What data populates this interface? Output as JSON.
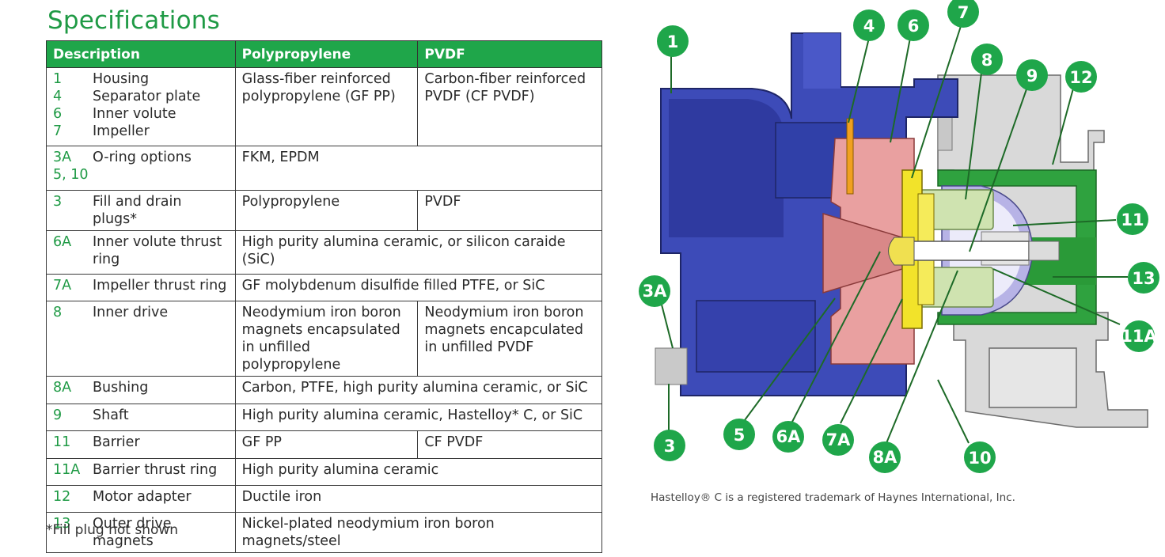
{
  "title": "Specifications",
  "table": {
    "headers": [
      "Description",
      "Polypropylene",
      "PVDF"
    ],
    "rows": [
      {
        "items": [
          {
            "num": "1",
            "label": "Housing"
          },
          {
            "num": "4",
            "label": "Separator plate"
          },
          {
            "num": "6",
            "label": "Inner volute"
          },
          {
            "num": "7",
            "label": "Impeller"
          }
        ],
        "pp": "Glass-fiber reinforced polypropylene (GF PP)",
        "pvdf": "Carbon-fiber reinforced PVDF (CF PVDF)"
      },
      {
        "items": [
          {
            "num": "3A",
            "label": "O-ring options"
          },
          {
            "num": "5, 10",
            "label": ""
          }
        ],
        "both": "FKM, EPDM"
      },
      {
        "items": [
          {
            "num": "3",
            "label": "Fill and drain plugs*"
          }
        ],
        "pp": "Polypropylene",
        "pvdf": "PVDF"
      },
      {
        "items": [
          {
            "num": "6A",
            "label": "Inner volute thrust ring"
          }
        ],
        "both": "High purity alumina ceramic, or silicon caraide (SiC)"
      },
      {
        "items": [
          {
            "num": "7A",
            "label": "Impeller thrust ring"
          }
        ],
        "both": "GF molybdenum disulfide filled PTFE, or SiC"
      },
      {
        "items": [
          {
            "num": "8",
            "label": "Inner drive"
          }
        ],
        "pp": "Neodymium iron boron magnets encapsulated in unfilled polypropylene",
        "pvdf": "Neodymium iron boron magnets encapculated in unfilled PVDF"
      },
      {
        "items": [
          {
            "num": "8A",
            "label": "Bushing"
          }
        ],
        "both": "Carbon, PTFE, high purity alumina ceramic, or SiC"
      },
      {
        "items": [
          {
            "num": "9",
            "label": "Shaft"
          }
        ],
        "both": "High purity alumina ceramic, Hastelloy* C, or SiC"
      },
      {
        "items": [
          {
            "num": "11",
            "label": "Barrier"
          }
        ],
        "pp": "GF PP",
        "pvdf": "CF PVDF"
      },
      {
        "items": [
          {
            "num": "11A",
            "label": "Barrier thrust ring"
          }
        ],
        "both": "High purity alumina ceramic"
      },
      {
        "items": [
          {
            "num": "12",
            "label": "Motor adapter"
          }
        ],
        "both": "Ductile iron"
      },
      {
        "items": [
          {
            "num": "13",
            "label": "Outer drive magnets"
          }
        ],
        "both": "Nickel-plated neodymium iron boron magnets/steel"
      }
    ]
  },
  "footnote": "*Fill plug not shown",
  "diagram": {
    "callouts": [
      "1",
      "4",
      "6",
      "7",
      "8",
      "9",
      "12",
      "11",
      "13",
      "11A",
      "3A",
      "3",
      "5",
      "6A",
      "7A",
      "8A",
      "10"
    ],
    "trademark": "Hastelloy® C is a registered trademark of Haynes International, Inc.",
    "colors": {
      "accent": "#1fa64a",
      "housing": "#3d4bb8",
      "volute": "#e9a0a0",
      "impeller": "#f2e32a",
      "drive": "#cfe3b0",
      "outer": "#2fa23f",
      "metal": "#d7d7d7"
    }
  }
}
